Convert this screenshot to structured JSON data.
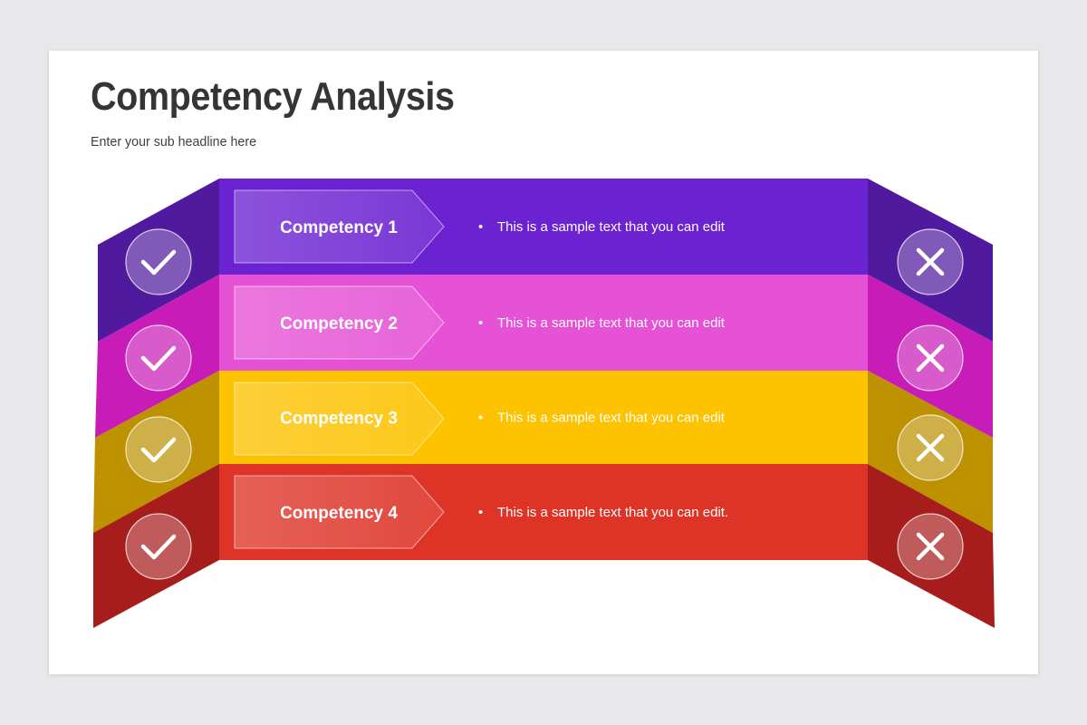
{
  "slide": {
    "title": "Competency Analysis",
    "subtitle": "Enter your sub headline here"
  },
  "rows": [
    {
      "label": "Competency 1",
      "text": "This is a sample  text that you can edit",
      "color": "#6b22d1",
      "side_color": "#4f1a9e"
    },
    {
      "label": "Competency 2",
      "text": "This is a sample  text that you can edit",
      "color": "#e552d5",
      "side_color": "#c81cb8"
    },
    {
      "label": "Competency 3",
      "text": "This is a sample  text that you can edit",
      "color": "#fdc200",
      "side_color": "#bd9100"
    },
    {
      "label": "Competency 4",
      "text": "This is a sample  text that you can edit.",
      "color": "#de3428",
      "side_color": "#a71d1b"
    }
  ],
  "left_icons": [
    "check-icon",
    "check-icon",
    "check-icon",
    "check-icon"
  ],
  "right_icons": [
    "close-icon",
    "close-icon",
    "close-icon",
    "close-icon"
  ],
  "bullet": "•"
}
